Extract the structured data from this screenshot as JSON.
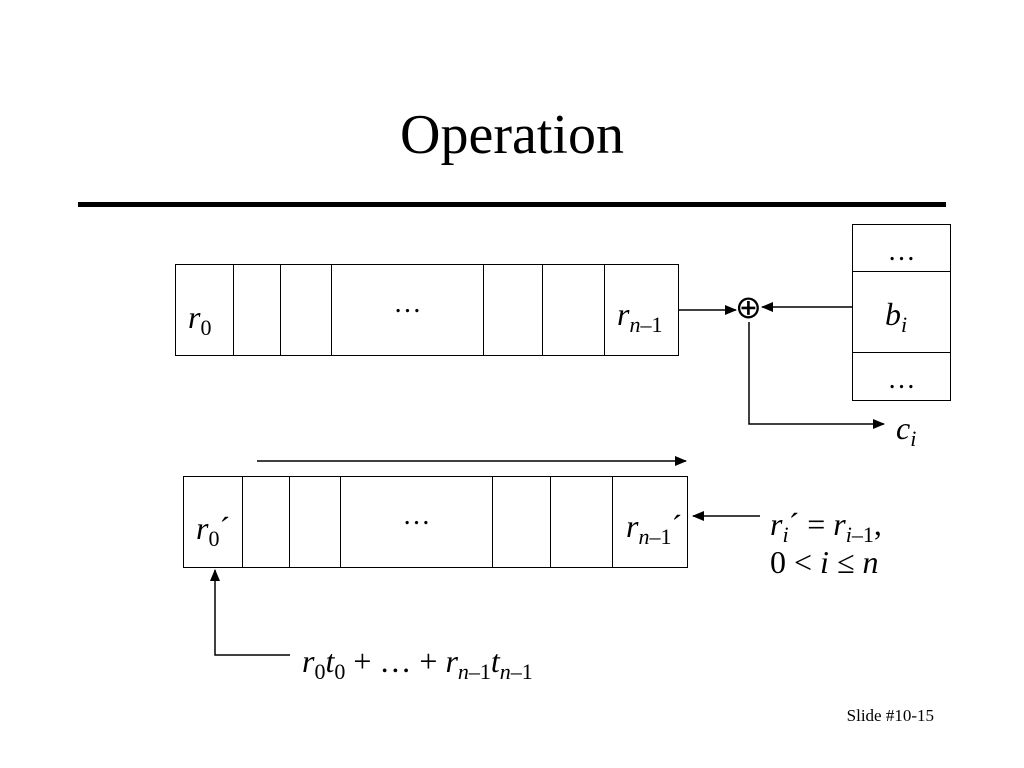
{
  "slide": {
    "title": "Operation",
    "footer": "Slide #10-15"
  },
  "diagram": {
    "top_register": {
      "first_var": "r",
      "first_sub": "0",
      "ellipsis": "…",
      "last_var": "r",
      "last_sub_var": "n",
      "last_sub_rest": "–1"
    },
    "xor_symbol": "⊕",
    "key_stream": {
      "top": "…",
      "var": "b",
      "sub": "i",
      "bottom": "…"
    },
    "output": {
      "var": "c",
      "sub": "i"
    },
    "bottom_register": {
      "first_var": "r",
      "first_sub": "0",
      "first_prime": "´",
      "ellipsis": "…",
      "last_var": "r",
      "last_sub_var": "n",
      "last_sub_rest": "–1",
      "last_prime": "´"
    },
    "shift_rule": {
      "line1_lhs_var": "r",
      "line1_lhs_sub": "i",
      "line1_prime": "´",
      "line1_eq": " = ",
      "line1_rhs_var": "r",
      "line1_rhs_sub_var": "i",
      "line1_rhs_sub_rest": "–1",
      "line1_end": ",",
      "line2_a": "0 < ",
      "line2_var": "i",
      "line2_b": " ≤ ",
      "line2_var2": "n"
    },
    "feedback": {
      "a_var": "r",
      "a_sub": "0",
      "b_var": "t",
      "b_sub": "0",
      "mid": " + … + ",
      "c_var": "r",
      "c_sub_var": "n",
      "c_sub_rest": "–1",
      "d_var": "t",
      "d_sub_var": "n",
      "d_sub_rest": "–1"
    }
  }
}
